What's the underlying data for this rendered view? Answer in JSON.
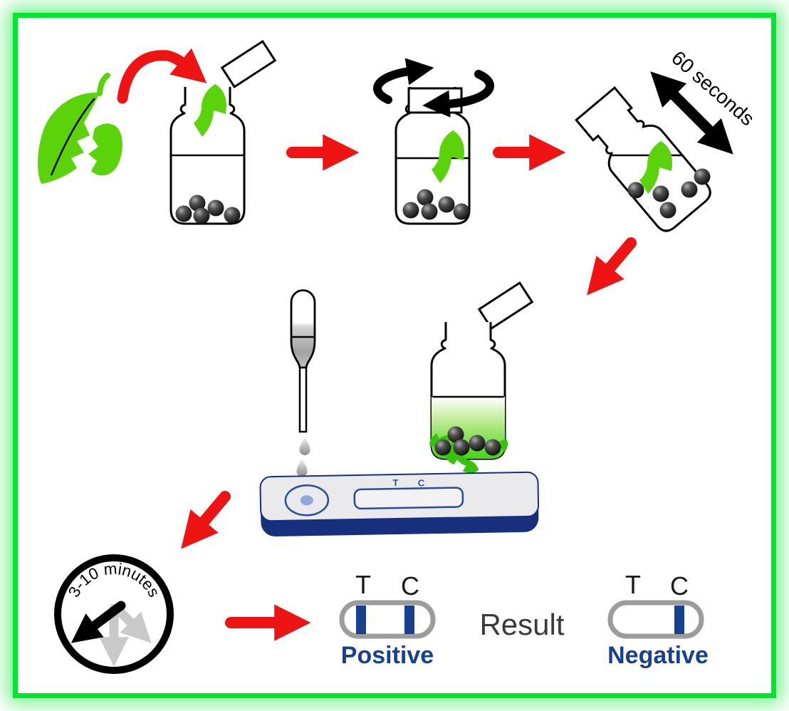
{
  "steps": {
    "shake_label": "60 seconds",
    "wait_label": "3-10 minutes"
  },
  "cassette": {
    "t_label": "T",
    "c_label": "C"
  },
  "results": {
    "heading": "Result",
    "positive": {
      "t_label": "T",
      "c_label": "C",
      "caption": "Positive"
    },
    "negative": {
      "t_label": "T",
      "c_label": "C",
      "caption": "Negative"
    }
  },
  "icons": {
    "leaf": "torn-leaf-icon",
    "vial": "extraction-vial-icon",
    "cap": "vial-cap-icon",
    "twist": "twist-cap-arrows-icon",
    "shake": "shake-arrow-icon",
    "dropper": "dropper-icon",
    "cassette": "test-cassette-icon",
    "clock": "timer-clock-icon",
    "strip": "result-strip-icon"
  },
  "colors": {
    "frame_green": "#00E62E",
    "leaf_green": "#5BD30A",
    "arrow_red": "#EE1414",
    "line_blue": "#17408F",
    "label_blue": "#17418F",
    "cassette_blue": "#16307E",
    "result_gray": "#3A3A3A",
    "strip_border_gray": "#9C9C9C",
    "hand_gray": "#C9C9C9"
  }
}
